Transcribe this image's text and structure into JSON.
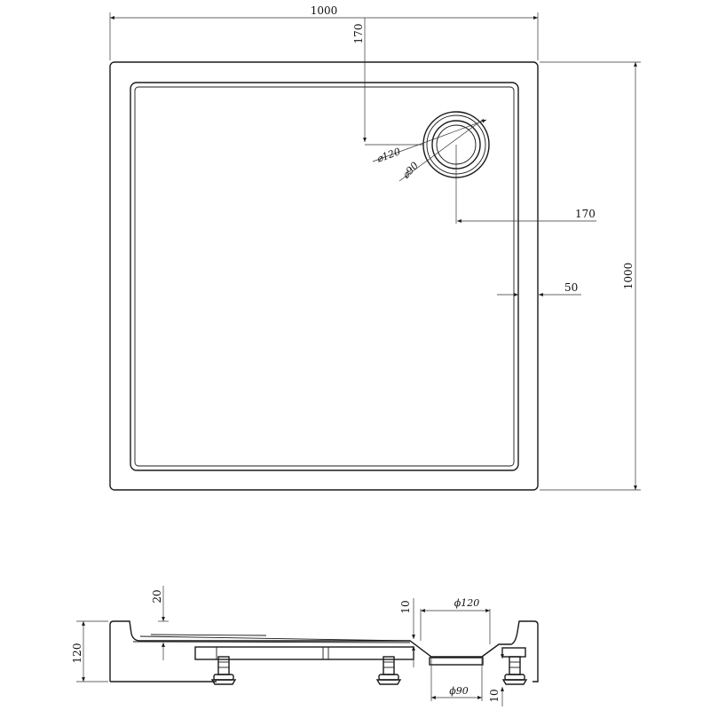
{
  "plan_view": {
    "overall_width_label": "1000",
    "overall_height_label": "1000",
    "drain_offset_top_label": "170",
    "drain_offset_side_label": "170",
    "rim_width_label": "50",
    "drain_outer_diameter_label": "⌀120",
    "drain_inner_diameter_label": "⌀90"
  },
  "side_view": {
    "total_height_label": "120",
    "rim_step_label": "20",
    "drain_step_label": "10",
    "drain_outer_diameter_label": "ϕ120",
    "drain_inner_diameter_label": "ϕ90",
    "bottom_gap_label": "10"
  }
}
